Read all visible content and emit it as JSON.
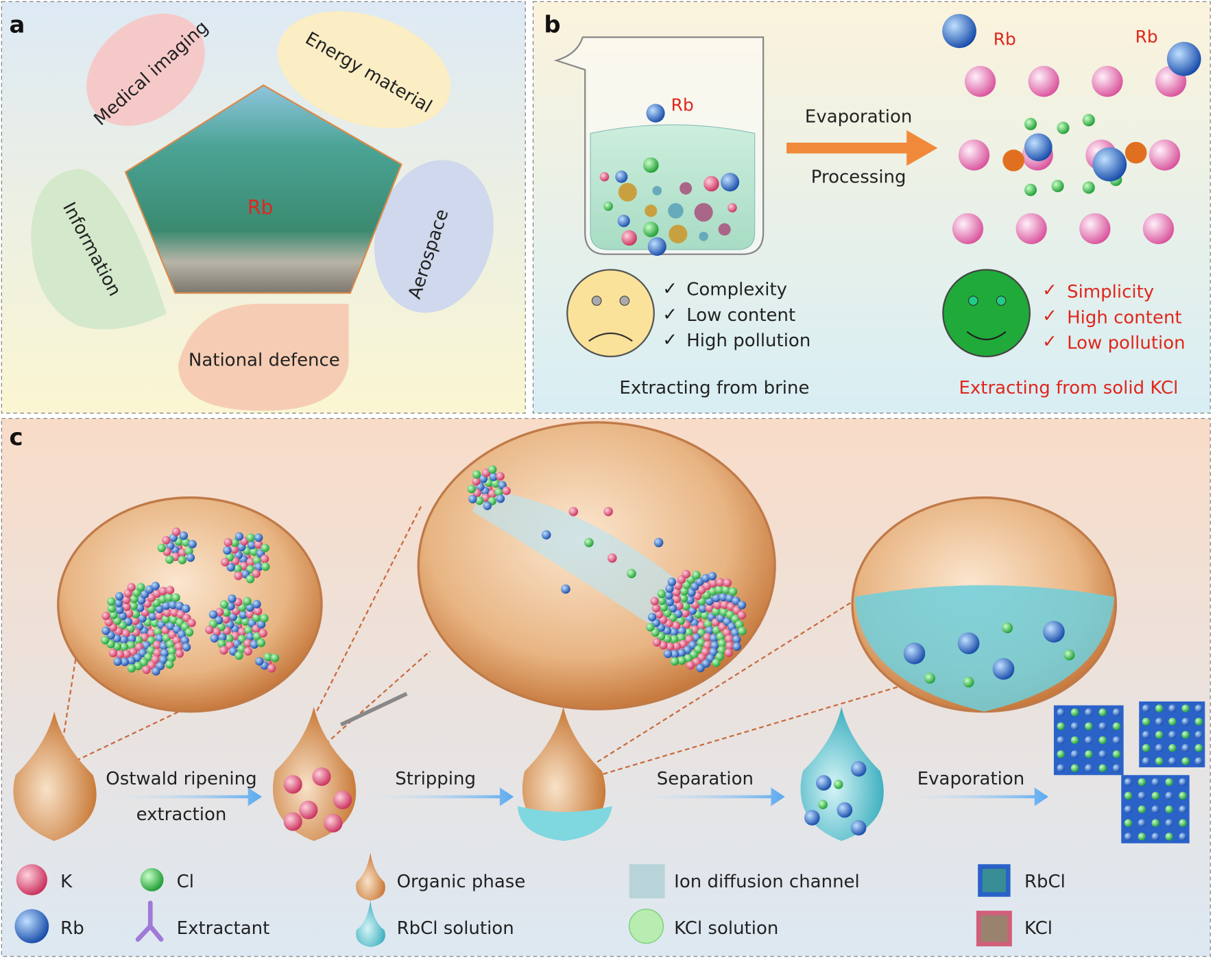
{
  "panel_a": {
    "letter": "a",
    "center_label": "Rb",
    "applications": [
      "Medical imaging",
      "Energy material",
      "Aerospace",
      "National defence",
      "Information"
    ]
  },
  "panel_b": {
    "letter": "b",
    "beaker_ion_label": "Rb",
    "arrow_top": "Evaporation",
    "arrow_bottom": "Processing",
    "lattice_labels": [
      "Rb",
      "Rb"
    ],
    "brine": {
      "points": [
        "Complexity",
        "Low content",
        "High pollution"
      ],
      "caption": "Extracting from brine",
      "face": "sad"
    },
    "solid": {
      "points": [
        "Simplicity",
        "High content",
        "Low pollution"
      ],
      "caption": "Extracting from solid KCl",
      "face": "happy"
    },
    "check_symbol": "✓"
  },
  "panel_c": {
    "letter": "c",
    "steps": [
      {
        "label": "Ostwald ripening",
        "sublabel": "extraction"
      },
      {
        "label": "Stripping"
      },
      {
        "label": "Separation"
      },
      {
        "label": "Evaporation"
      }
    ],
    "legend": [
      {
        "label": "K",
        "icon": "k-ion-sphere-icon",
        "color": "#e0406a"
      },
      {
        "label": "Cl",
        "icon": "cl-ion-sphere-icon",
        "color": "#2fb34a"
      },
      {
        "label": "Organic phase",
        "icon": "organic-phase-drop-icon",
        "color": "#d9944e"
      },
      {
        "label": "Ion diffusion channel",
        "icon": "ion-channel-icon",
        "color": "#b8d4d8"
      },
      {
        "label": "RbCl",
        "icon": "rbcl-crystal-icon",
        "color": "#2a62c8"
      },
      {
        "label": "Rb",
        "icon": "rb-ion-sphere-icon",
        "color": "#2a6fd0"
      },
      {
        "label": "Extractant",
        "icon": "extractant-icon",
        "color": "#a07ad8"
      },
      {
        "label": "RbCl solution",
        "icon": "rbcl-solution-drop-icon",
        "color": "#5cc8d0"
      },
      {
        "label": "KCl solution",
        "icon": "kcl-solution-drop-icon",
        "color": "#8fe08a"
      },
      {
        "label": "KCl",
        "icon": "kcl-crystal-icon",
        "color": "#d0607a"
      }
    ]
  }
}
